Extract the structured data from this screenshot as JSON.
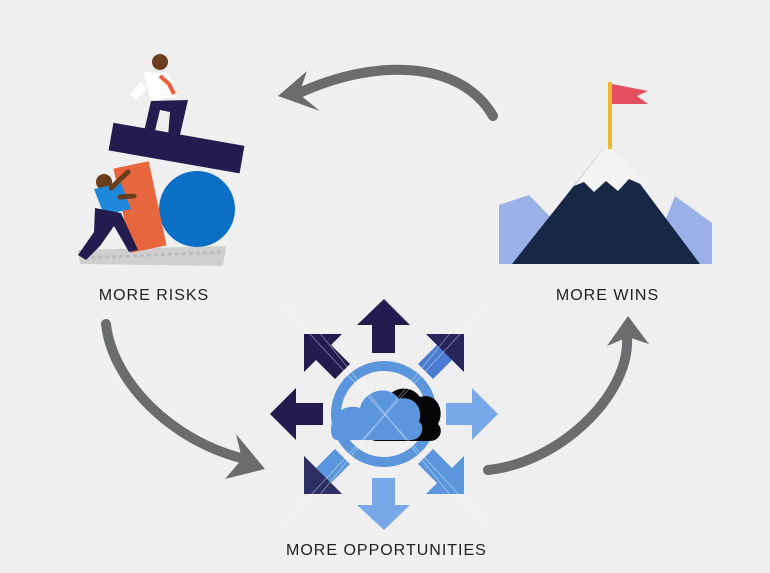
{
  "labels": {
    "risks": "MORE RISKS",
    "wins": "MORE WINS",
    "opportunities": "MORE OPPORTUNITIES"
  },
  "icons": {
    "risk": "people-balancing-blocks-icon",
    "wins": "mountain-peak-flag-icon",
    "opportunities": "cloud-arrows-burst-icon",
    "cycle": "curved-arrow-icon"
  },
  "colors": {
    "background": "#efefef",
    "navy": "#241c4f",
    "mid_blue": "#5b95dc",
    "light_blue": "#8fb2e6",
    "orange": "#ea6c43",
    "red_flag": "#e44f5f",
    "gray_arrow": "#6b6c6e",
    "mountain": "#162846",
    "mountain_side": "#9ab1e7"
  }
}
